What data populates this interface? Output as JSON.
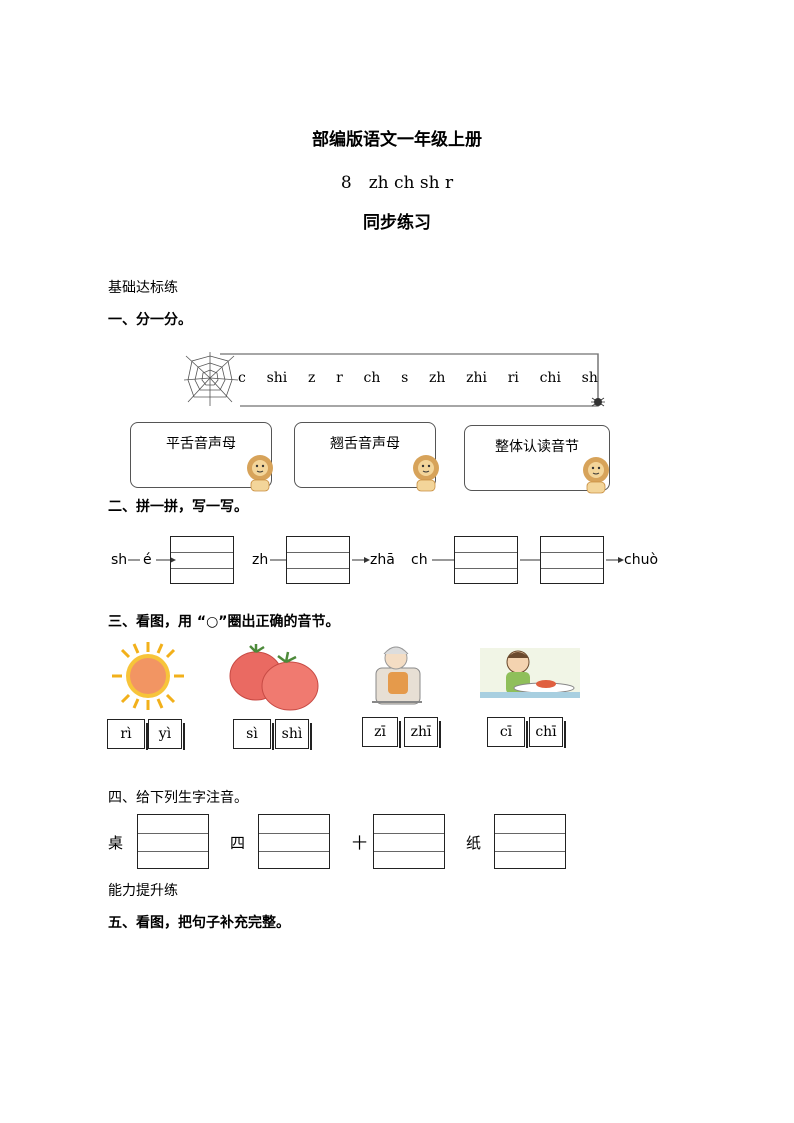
{
  "header": {
    "title": "部编版语文一年级上册",
    "lesson": "8　zh ch sh r",
    "subtitle": "同步练习"
  },
  "section_basic": "基础达标练",
  "q1": {
    "title": "一、分一分。",
    "letters": [
      "c",
      "shi",
      "z",
      "r",
      "ch",
      "s",
      "zh",
      "zhi",
      "ri",
      "chi",
      "sh"
    ],
    "categories": [
      "平舌音声母",
      "翘舌音声母",
      "整体认读音节"
    ]
  },
  "q2": {
    "title": "二、拼一拼，写一写。",
    "seq1": {
      "a": "sh",
      "b": "é"
    },
    "seq2": {
      "a": "zh",
      "b": "zhā"
    },
    "seq3": {
      "a": "ch",
      "b": "chuò"
    }
  },
  "q3": {
    "title": "三、看图，用 “○”圈出正确的音节。",
    "groups": [
      {
        "a": "rì",
        "b": "yì"
      },
      {
        "a": "sì",
        "b": "shì"
      },
      {
        "a": "zī",
        "b": "zhī"
      },
      {
        "a": "cī",
        "b": "chī"
      }
    ]
  },
  "q4": {
    "title": "四、给下列生字注音。",
    "chars": [
      "桌",
      "四",
      "十",
      "纸"
    ]
  },
  "section_advanced": "能力提升练",
  "q5": {
    "title": "五、看图，把句子补充完整。"
  }
}
